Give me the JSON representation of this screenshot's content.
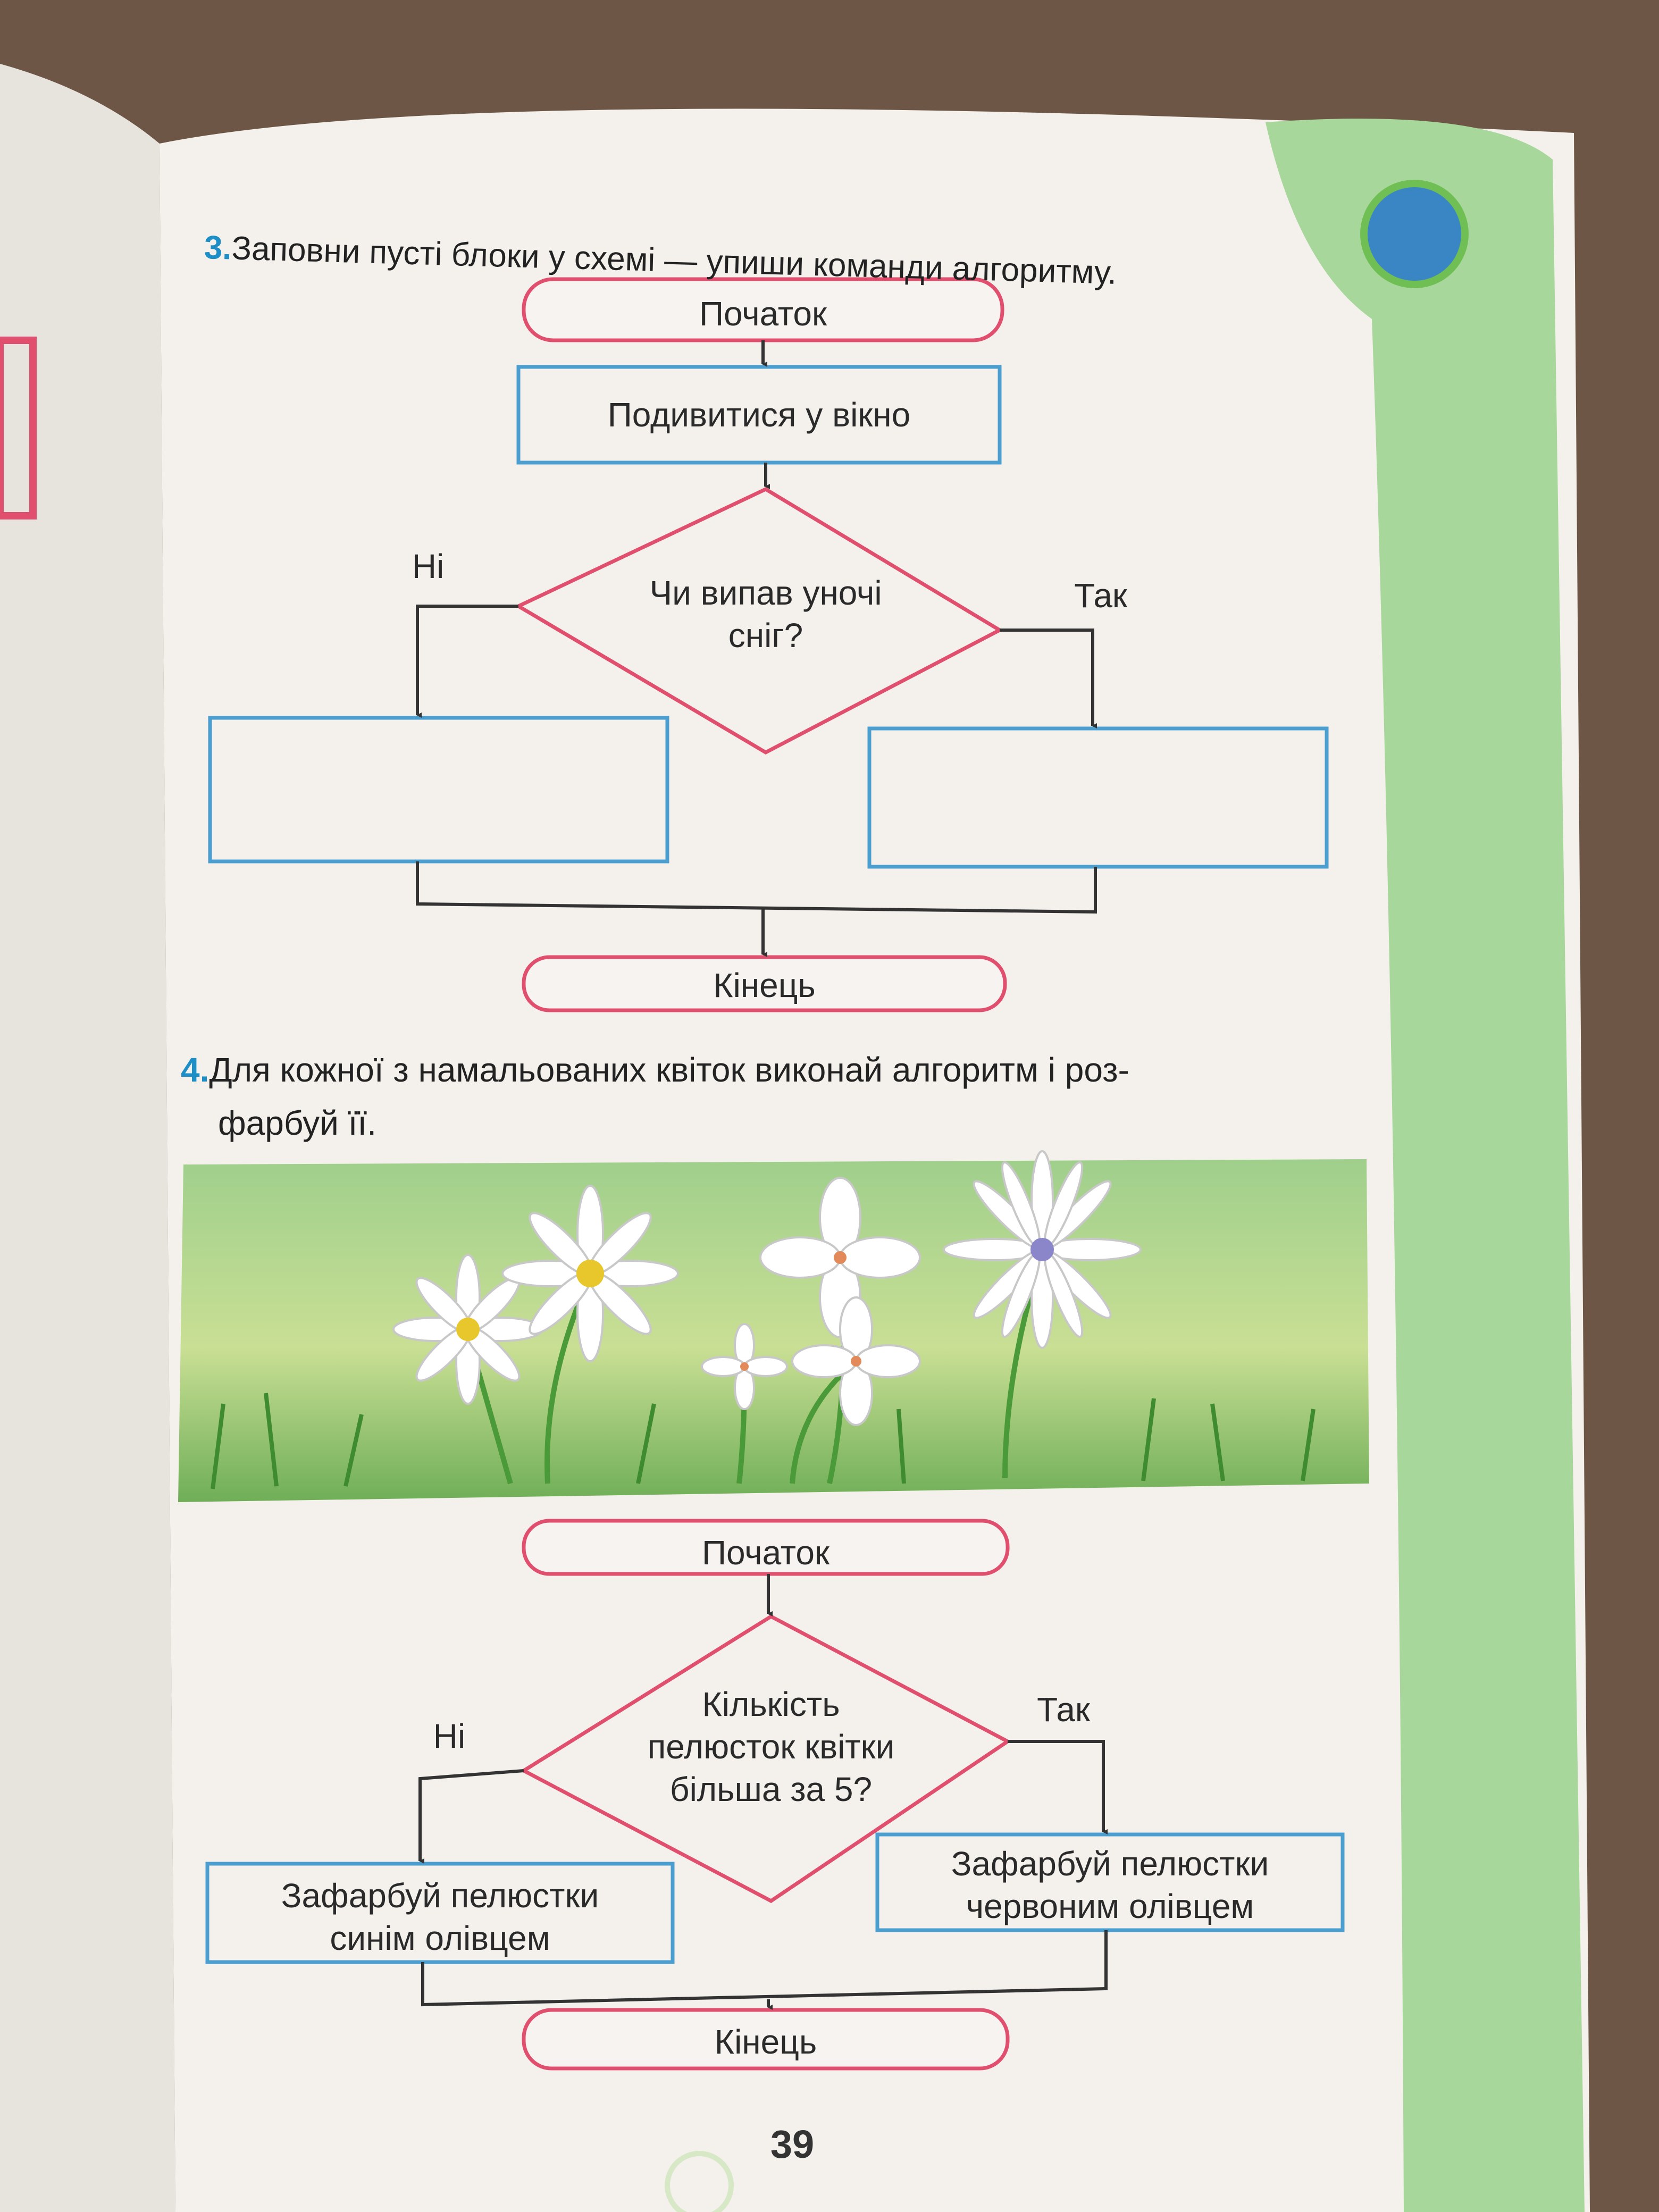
{
  "task3": {
    "number": "3.",
    "text": "Заповни пусті блоки у схемі — упиши команди алгоритму.",
    "flowchart": {
      "start": "Початок",
      "step1": "Подивитися у вікно",
      "decision": "Чи випав уночі сніг?",
      "no_label": "Ні",
      "yes_label": "Так",
      "no_block": "",
      "yes_block": "",
      "end": "Кінець"
    }
  },
  "task4": {
    "number": "4.",
    "text_line1": "Для кожної з намальованих квіток виконай алгоритм і роз-",
    "text_line2": "фарбуй її.",
    "flowchart": {
      "start": "Початок",
      "decision_line1": "Кількість",
      "decision_line2": "пелюсток квітки",
      "decision_line3": "більша за 5?",
      "no_label": "Ні",
      "yes_label": "Так",
      "no_block_line1": "Зафарбуй пелюстки",
      "no_block_line2": "синім олівцем",
      "yes_block_line1": "Зафарбуй пелюстки",
      "yes_block_line2": "червоним олівцем",
      "end": "Кінець"
    }
  },
  "page_number": "39",
  "colors": {
    "terminal_border": "#e0506e",
    "process_border": "#4a9fd0",
    "decision_border": "#e0506e",
    "task_number": "#1e8fc6",
    "side_strip": "#a8d79b"
  }
}
